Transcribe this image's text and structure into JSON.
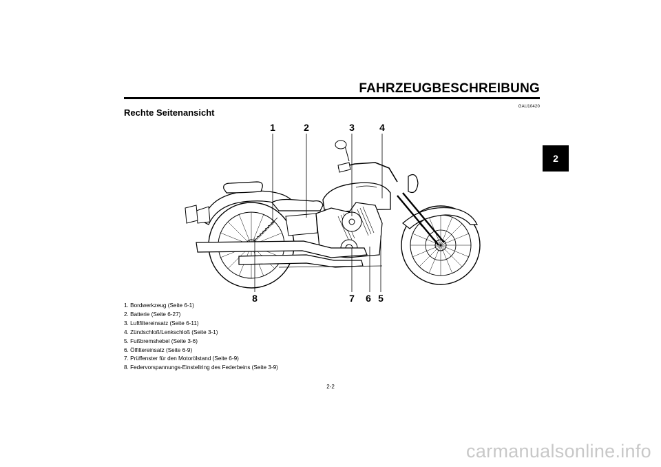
{
  "header": {
    "title": "FAHRZEUGBESCHREIBUNG"
  },
  "side_tab": "2",
  "code": "GAU10420",
  "section_title": "Rechte Seitenansicht",
  "figure": {
    "callouts": [
      "1",
      "2",
      "3",
      "4",
      "5",
      "6",
      "7",
      "8"
    ]
  },
  "legend": [
    "1. Bordwerkzeug (Seite 6-1)",
    "2. Batterie (Seite 6-27)",
    "3. Luftfiltereinsatz (Seite 6-11)",
    "4. Zündschloß/Lenkschloß (Seite 3-1)",
    "5. Fußbremshebel (Seite 3-6)",
    "6. Ölfiltereinsatz (Seite 6-9)",
    "7. Prüffenster für den Motorölstand (Seite 6-9)",
    "8. Federvorspannungs-Einstellring des Federbeins (Seite 3-9)"
  ],
  "page_number": "2-2",
  "watermark": "carmanualsonline.info"
}
